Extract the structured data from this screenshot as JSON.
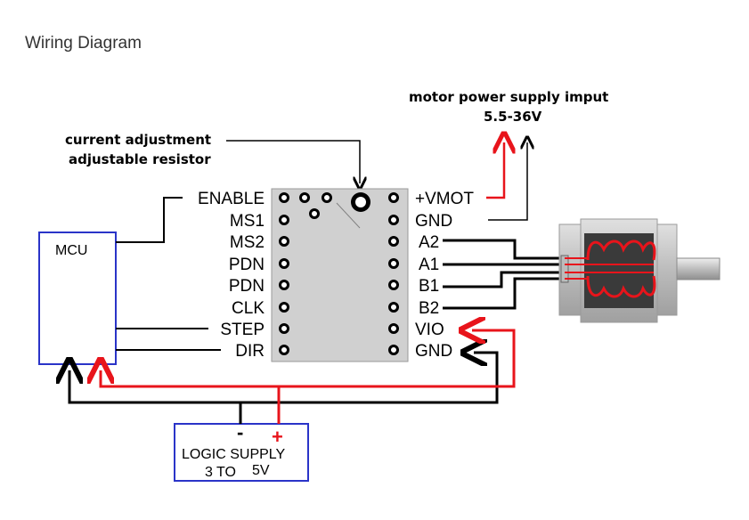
{
  "page": {
    "title": "Wiring Diagram"
  },
  "annotations": {
    "current_adjust_line1": "current adjustment",
    "current_adjust_line2": "adjustable resistor",
    "motor_supply_line1": "motor power supply imput",
    "motor_supply_line2": "5.5-36V"
  },
  "driver": {
    "left_pins": [
      "ENABLE",
      "MS1",
      "MS2",
      "PDN",
      "PDN",
      "CLK",
      "STEP",
      "DIR"
    ],
    "right_pins": [
      "+VMOT",
      "GND",
      "A2",
      "A1",
      "B1",
      "B2",
      "VIO",
      "GND"
    ]
  },
  "mcu": {
    "label": "MCU"
  },
  "logic_supply": {
    "minus": "-",
    "plus": "+",
    "line1": "LOGIC SUPPLY",
    "line2a": "3 TO",
    "line2b": "5V"
  },
  "colors": {
    "wire_black": "#000000",
    "wire_red": "#e8141b",
    "box_blue": "#2a34c8",
    "board": "#d0d0d0",
    "motor_body": "#c8c8c8",
    "coil": "#e8141b"
  }
}
